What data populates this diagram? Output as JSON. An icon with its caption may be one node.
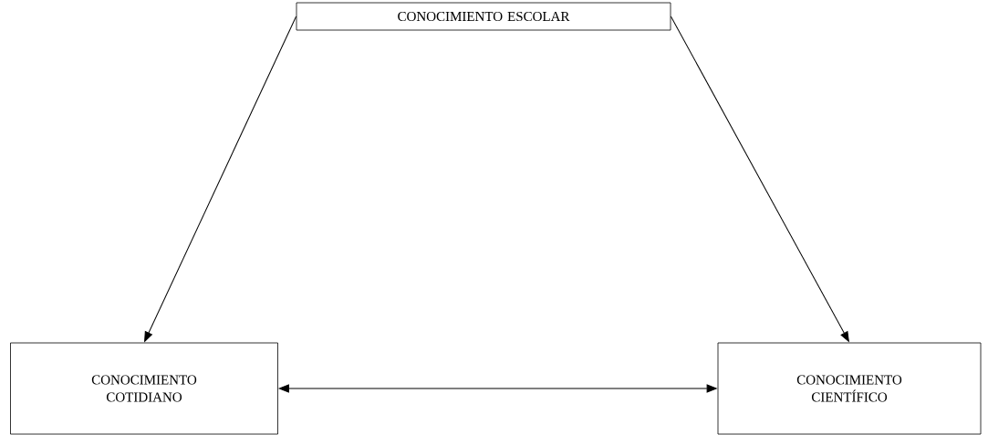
{
  "diagram": {
    "nodes": [
      {
        "text": [
          "CONOCIMIENTO ESCOLAR"
        ]
      },
      {
        "text": [
          "CONOCIMIENTO COTIDIANO"
        ]
      },
      {
        "text": [
          "CONOCIMIENTO CIENTÍFICO"
        ]
      }
    ],
    "edges": [
      {
        "from": 0,
        "to": 1,
        "arrow": "to"
      },
      {
        "from": 0,
        "to": 2,
        "arrow": "to"
      },
      {
        "from": 1,
        "to": 2,
        "arrow": "both"
      }
    ]
  }
}
